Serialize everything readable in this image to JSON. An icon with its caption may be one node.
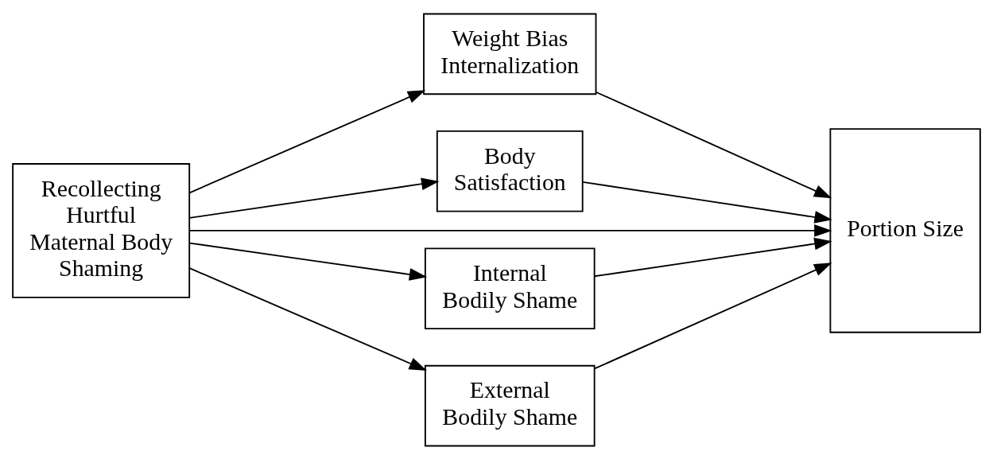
{
  "diagram": {
    "nodes": [
      {
        "text": [
          "Recollecting Hurtful Maternal Body Shaming"
        ]
      },
      {
        "text": [
          "Weight Bias Internalization"
        ]
      },
      {
        "text": [
          "Body Satisfaction"
        ]
      },
      {
        "text": [
          "Internal Bodily Shame"
        ]
      },
      {
        "text": [
          "External Bodily Shame"
        ]
      },
      {
        "text": [
          "Portion Size"
        ]
      }
    ],
    "edges": [
      {
        "from": 0,
        "to": 1,
        "arrow": "to"
      },
      {
        "from": 0,
        "to": 2,
        "arrow": "to"
      },
      {
        "from": 0,
        "to": 5,
        "arrow": "to"
      },
      {
        "from": 0,
        "to": 3,
        "arrow": "to"
      },
      {
        "from": 0,
        "to": 4,
        "arrow": "to"
      },
      {
        "from": 1,
        "to": 5,
        "arrow": "to"
      },
      {
        "from": 2,
        "to": 5,
        "arrow": "to"
      },
      {
        "from": 3,
        "to": 5,
        "arrow": "to"
      },
      {
        "from": 4,
        "to": 5,
        "arrow": "to"
      }
    ]
  }
}
